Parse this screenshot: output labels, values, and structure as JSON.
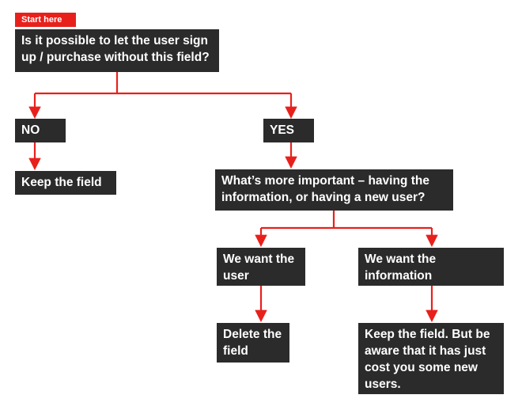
{
  "start_label": "Start here",
  "nodes": {
    "question": "Is it possible to let the user sign up / purchase without this field?",
    "no": "NO",
    "yes": "YES",
    "keep_field": "Keep the field",
    "importance_question": "What’s more important – having the information, or having a new user?",
    "want_user": "We want the user",
    "want_information": "We want the information",
    "delete_field": "Delete the field",
    "keep_field_warning": "Keep the field. But be aware that it has just cost you some new users."
  },
  "colors": {
    "node_fill": "#2b2b2b",
    "node_text": "#ffffff",
    "accent": "#e8201c",
    "background": "#ffffff"
  }
}
